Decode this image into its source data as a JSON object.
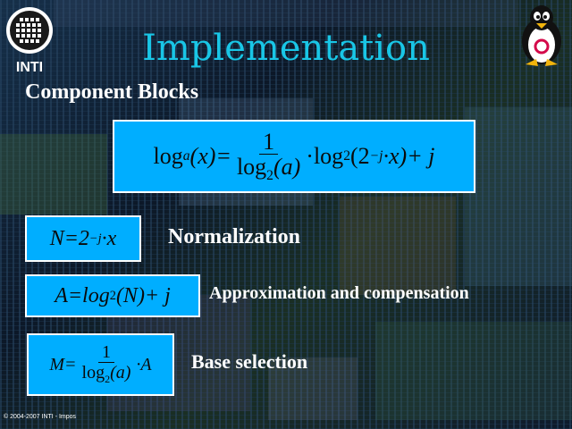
{
  "slide": {
    "title": "Implementation",
    "subtitle": "Component Blocks",
    "logo_text": "INTI",
    "copyright": "© 2004-2007 INTI - Impos"
  },
  "equations": {
    "main": {
      "lhs": "log",
      "lhs_sub": "a",
      "lhs_arg": "(x)=",
      "frac_num": "1",
      "frac_den": "log",
      "frac_den_sub": "2",
      "frac_den_arg": "(a)",
      "rhs": "·log",
      "rhs_sub": "2",
      "rhs_arg_open": "(2",
      "rhs_sup": "−j",
      "rhs_arg_close": "·x)+ j"
    },
    "normalization": {
      "lhs": "N=2",
      "sup": "−j",
      "rest": "·x"
    },
    "approximation": {
      "lhs": "A=log",
      "sub": "2",
      "rest": "(N)+ j"
    },
    "base": {
      "lhs": "M=",
      "frac_num": "1",
      "frac_den": "log",
      "frac_den_sub": "2",
      "frac_den_arg": "(a)",
      "rest": "·A"
    }
  },
  "labels": {
    "normalization": "Normalization",
    "approximation": "Approximation and compensation",
    "base": "Base selection"
  },
  "colors": {
    "title": "#19c6e6",
    "equation_box": "#00aeff",
    "text": "#ffffff"
  }
}
